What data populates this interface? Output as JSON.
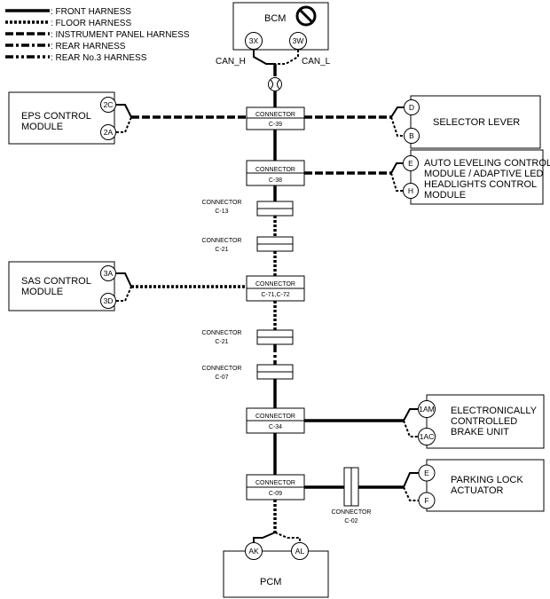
{
  "legend": [
    {
      "style": "solid",
      "label": ": FRONT HARNESS"
    },
    {
      "style": "dotted",
      "label": ": FLOOR HARNESS"
    },
    {
      "style": "dashed",
      "label": ": INSTRUMENT PANEL HARNESS"
    },
    {
      "style": "dash-dot",
      "label": ": REAR HARNESS"
    },
    {
      "style": "dash-dot-dot",
      "label": ": REAR No.3 HARNESS"
    }
  ],
  "bcm": {
    "name": "BCM",
    "pin_h": "3X",
    "pin_l": "3W",
    "can_h": "CAN_H",
    "can_l": "CAN_L"
  },
  "eps": {
    "name_line1": "EPS CONTROL",
    "name_line2": "MODULE",
    "pin1": "2C",
    "pin2": "2A"
  },
  "sas": {
    "name_line1": "SAS CONTROL",
    "name_line2": "MODULE",
    "pin1": "3A",
    "pin2": "3D"
  },
  "selector": {
    "name": "SELECTOR LEVER",
    "pin1": "D",
    "pin2": "B"
  },
  "auto_leveling": {
    "line1": "AUTO LEVELING CONTROL",
    "line2": "MODULE / ADAPTIVE LED",
    "line3": "HEADLIGHTS CONTROL",
    "line4": "MODULE",
    "pin1": "E",
    "pin2": "H"
  },
  "brake": {
    "line1": "ELECTRONICALLY",
    "line2": "CONTROLLED",
    "line3": "BRAKE UNIT",
    "pin1": "1AM",
    "pin2": "1AC"
  },
  "parking": {
    "line1": "PARKING LOCK",
    "line2": "ACTUATOR",
    "pin1": "E",
    "pin2": "F"
  },
  "pcm": {
    "name": "PCM",
    "pin1": "AK",
    "pin2": "AL"
  },
  "connectors": {
    "c39": {
      "label": "CONNECTOR",
      "id": "C-39"
    },
    "c38": {
      "label": "CONNECTOR",
      "id": "C-38"
    },
    "c13": {
      "label": "CONNECTOR",
      "id": "C-13"
    },
    "c21a": {
      "label": "CONNECTOR",
      "id": "C-21"
    },
    "c71": {
      "label": "CONNECTOR",
      "id": "C-71,C-72"
    },
    "c21b": {
      "label": "CONNECTOR",
      "id": "C-21"
    },
    "c07": {
      "label": "CONNECTOR",
      "id": "C-07"
    },
    "c34": {
      "label": "CONNECTOR",
      "id": "C-34"
    },
    "c09": {
      "label": "CONNECTOR",
      "id": "C-09"
    },
    "c02": {
      "label": "CONNECTOR",
      "id": "C-02"
    }
  }
}
